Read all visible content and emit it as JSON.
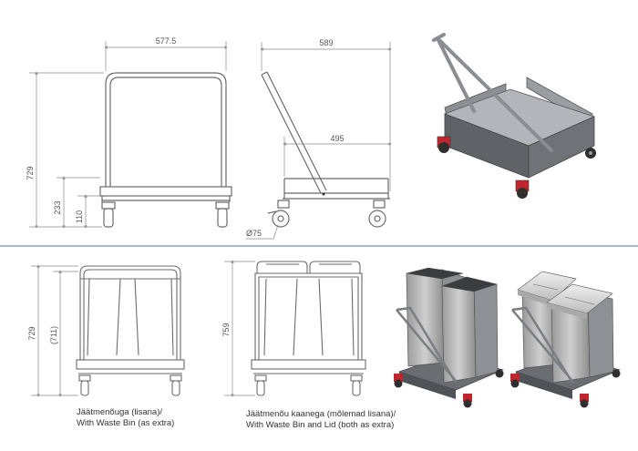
{
  "dimensions": {
    "front_width": "577.5",
    "side_width": "589",
    "side_depth": "495",
    "total_height": "729",
    "frame_height": "233",
    "deck_height": "110",
    "wheel_diameter": "Ø75",
    "bin_height_total": "729",
    "bin_height_inner": "(711)",
    "lid_height_total": "759"
  },
  "captions": {
    "bin_et": "Jäätmenõuga (lisana)/",
    "bin_en": "With Waste Bin (as extra)",
    "lid_et": "Jäätmenõu kaanega (mõlemad lisana)/",
    "lid_en": "With Waste Bin and Lid (both as extra)"
  },
  "colors": {
    "line": "#6b6b6b",
    "dim_line": "#8a8a8a",
    "separator": "#5b6fb5",
    "metal": "#7a7d82",
    "wheel_red": "#c0262c"
  }
}
